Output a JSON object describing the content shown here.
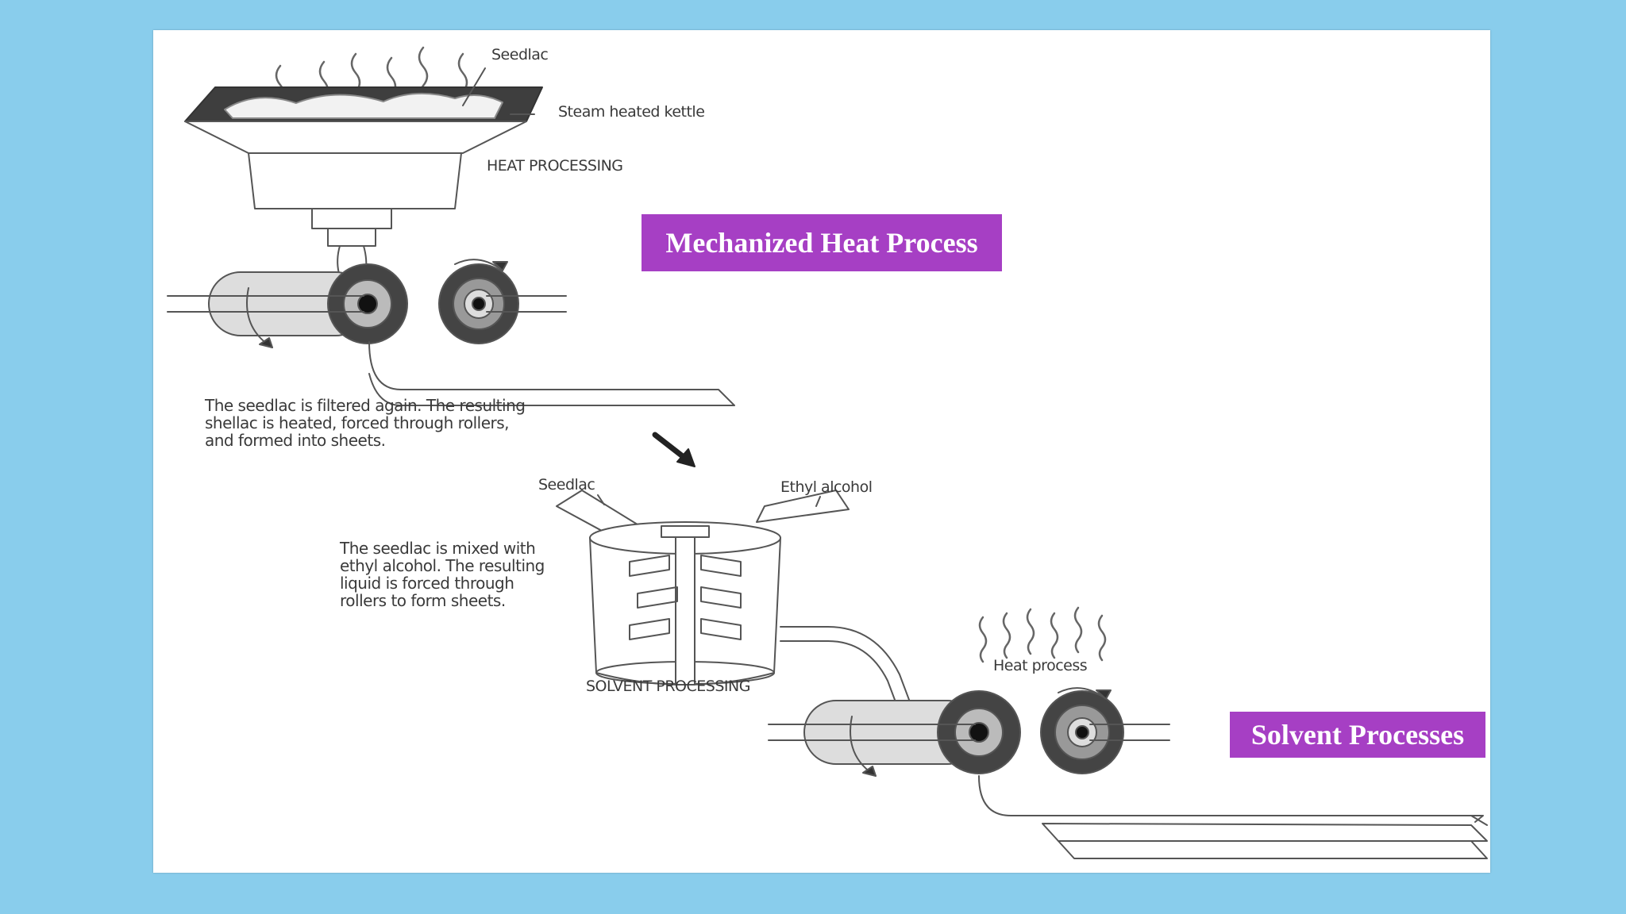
{
  "banners": {
    "heat": "Mechanized Heat Process",
    "solvent": "Solvent Processes"
  },
  "heat_section": {
    "label_seedlac": "Seedlac",
    "label_kettle": "Steam heated kettle",
    "title": "HEAT PROCESSING",
    "caption": "The seedlac is filtered again. The resulting\nshellac is heated, forced through rollers,\nand formed into sheets."
  },
  "solvent_section": {
    "label_seedlac": "Seedlac",
    "label_alcohol": "Ethyl alcohol",
    "caption": "The seedlac is mixed with\nethyl alcohol. The resulting\nliquid is forced through\nrollers to form sheets.",
    "title": "SOLVENT PROCESSING",
    "label_heat": "Heat process"
  },
  "colors": {
    "background": "#89CDEC",
    "banner": "#A63FC4",
    "line": "#555555"
  }
}
